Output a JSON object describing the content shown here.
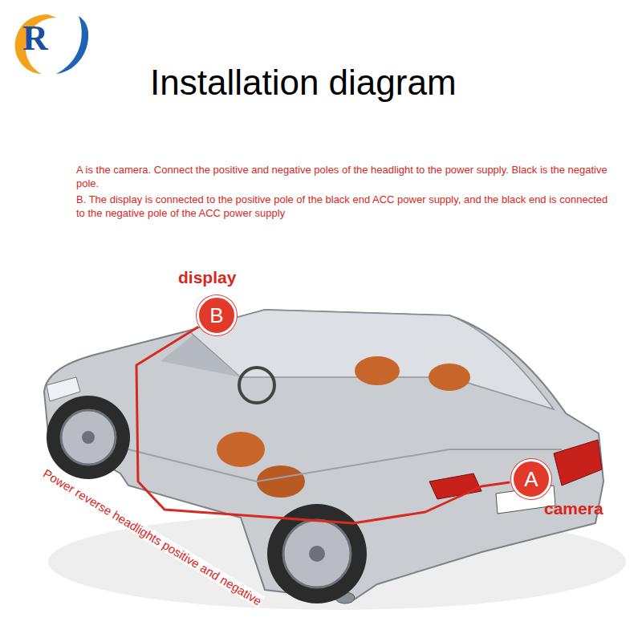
{
  "diagram": {
    "title": "Installation diagram",
    "nodes": [
      {
        "text": [
          "B",
          "display"
        ]
      },
      {
        "text": [
          "A",
          "camera"
        ]
      }
    ],
    "edges": [
      {
        "from": 0,
        "to": 1,
        "arrow": "none"
      }
    ],
    "labels": [
      "R",
      "A is the camera. Connect the positive and negative poles of the headlight to the power supply. Black is the negative pole.",
      "B. The display is connected to the positive pole of the black end ACC power supply, and the black end is connected to the negative pole of the ACC power supply",
      "Power reverse headlights positive and negative"
    ]
  }
}
